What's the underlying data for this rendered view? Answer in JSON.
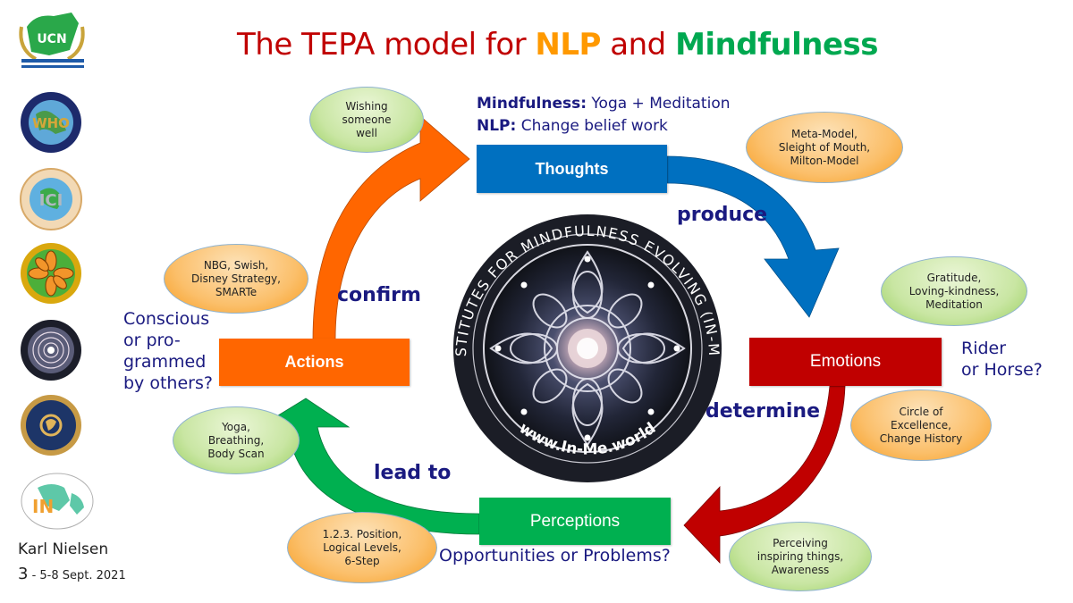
{
  "title": {
    "prefix": "The TEPA model for ",
    "nlp": "NLP",
    "middle": " and ",
    "mindfulness": "Mindfulness",
    "colors": {
      "main": "#c00000",
      "nlp": "#ff9900",
      "mindfulness": "#00a850"
    }
  },
  "headline": {
    "mindfulness_label": "Mindfulness:",
    "mindfulness_text": " Yoga + Meditation",
    "nlp_label": "NLP:",
    "nlp_text": " Change belief work"
  },
  "stages": {
    "thoughts": {
      "label": "Thoughts",
      "color": "#0070c0"
    },
    "emotions": {
      "label": "Emotions",
      "color": "#c00000"
    },
    "perceptions": {
      "label": "Perceptions",
      "color": "#00b050"
    },
    "actions": {
      "label": "Actions",
      "color": "#ff6600"
    }
  },
  "verbs": {
    "produce": "produce",
    "determine": "determine",
    "lead_to": "lead to",
    "confirm": "confirm"
  },
  "questions": {
    "emotions": [
      "Rider",
      "or Horse?"
    ],
    "perceptions": "Opportunities or Problems?",
    "actions": [
      "Conscious",
      "or pro-",
      "grammed",
      "by others?"
    ]
  },
  "bubbles": {
    "thoughts_mindfulness": "Wishing\nsomeone\nwell",
    "thoughts_nlp": "Meta-Model,\nSleight of Mouth,\nMilton-Model",
    "emotions_mindfulness": "Gratitude,\nLoving-kindness,\nMeditation",
    "emotions_nlp": "Circle of\nExcellence,\nChange History",
    "perceptions_mindfulness": "Perceiving\ninspiring things,\nAwareness",
    "perceptions_nlp": "1.2.3. Position,\nLogical Levels,\n6-Step",
    "actions_mindfulness": "Yoga,\nBreathing,\nBody Scan",
    "actions_nlp": "NBG, Swish,\nDisney Strategy,\nSMARTe"
  },
  "center_logo": {
    "ring_text": "INSTITUTES FOR MINDFULNESS EVOLVING (IN-ME)",
    "url": "www.In-Me.world"
  },
  "sidebar_logos": [
    {
      "name": "ucn-logo",
      "text": "UCN"
    },
    {
      "name": "who-logo",
      "text": "WHO"
    },
    {
      "name": "ici-logo",
      "text": "ICI"
    },
    {
      "name": "flower-logo",
      "text": ""
    },
    {
      "name": "mandala-logo",
      "text": ""
    },
    {
      "name": "globe-seal-logo",
      "text": ""
    },
    {
      "name": "in-logo",
      "text": "IN"
    }
  ],
  "footer": {
    "author": "Karl Nielsen",
    "slide_number": "3",
    "date": " - 5-8 Sept. 2021"
  }
}
